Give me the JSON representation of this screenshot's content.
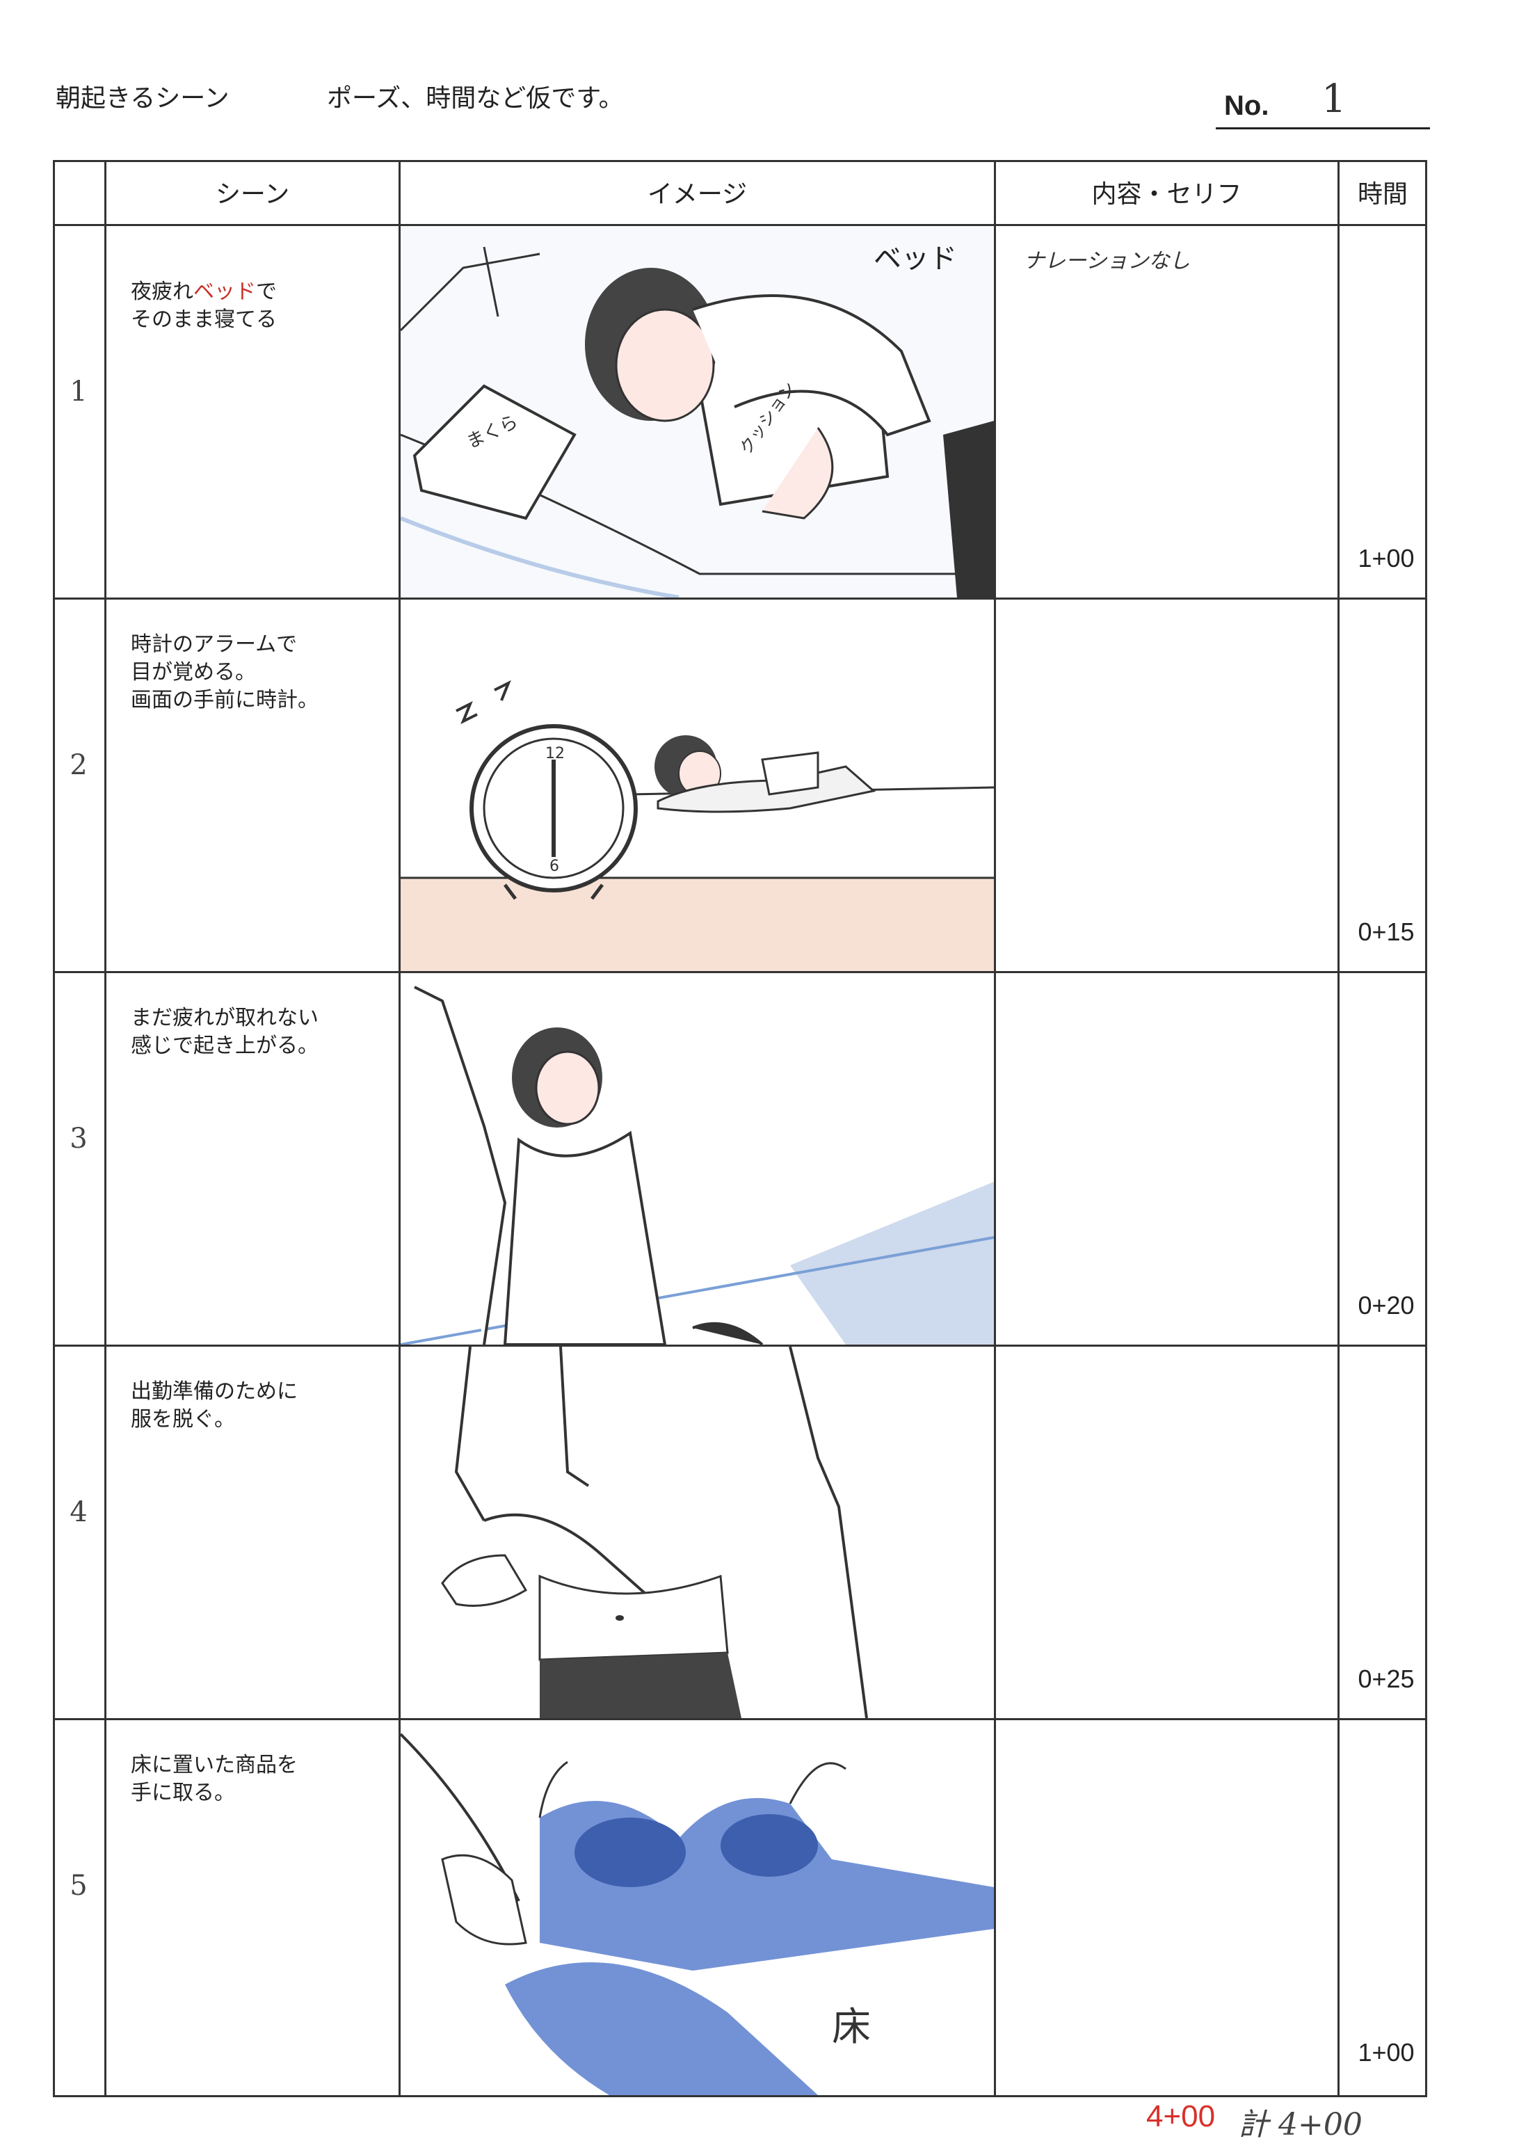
{
  "header": {
    "scene_title": "朝起きるシーン",
    "note": "ポーズ、時間など仮です。",
    "no_label": "No.",
    "no_value": "1"
  },
  "columns": {
    "scene": "シーン",
    "image": "イメージ",
    "content": "内容・セリフ",
    "time": "時間"
  },
  "cuts": [
    {
      "number": "1",
      "scene_lines": [
        "夜疲れ",
        "ベッド",
        "で",
        "そのまま寝てる"
      ],
      "image_labels": {
        "bed": "ベッド",
        "pillow": "まくら",
        "cushion": "クッション"
      },
      "dialogue": "ナレーションなし",
      "time": "1+00"
    },
    {
      "number": "2",
      "scene_text": "時計のアラームで\n目が覚める。\n画面の手前に時計。",
      "image_labels": {
        "clock_12": "12",
        "clock_6": "6"
      },
      "dialogue": "",
      "time": "0+15"
    },
    {
      "number": "3",
      "scene_text": "まだ疲れが取れない\n感じで起き上がる。",
      "dialogue": "",
      "time": "0+20"
    },
    {
      "number": "4",
      "scene_text": "出勤準備のために\n服を脱ぐ。",
      "dialogue": "",
      "time": "0+25"
    },
    {
      "number": "5",
      "scene_text": "床に置いた商品を\n手に取る。",
      "image_labels": {
        "floor": "床"
      },
      "dialogue": "",
      "time": "1+00"
    }
  ],
  "footer": {
    "total_red": "4+00",
    "total_handwritten": "計 4+00"
  }
}
